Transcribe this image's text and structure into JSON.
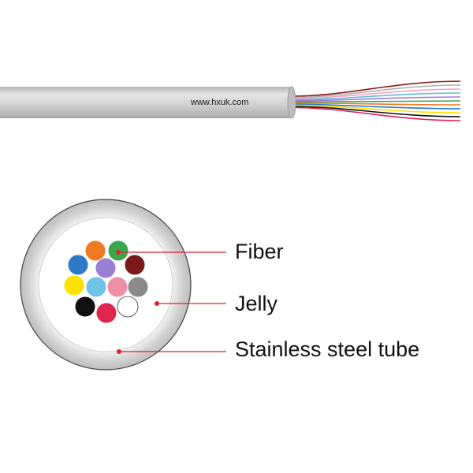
{
  "cable": {
    "website": "www.hxuk.com",
    "jacket_color": "#c9c9c9",
    "fiber_colors": [
      "#8b1a1a",
      "#b0b0b0",
      "#f4a6c0",
      "#5fb8e0",
      "#9b7fd4",
      "#3aa84a",
      "#ee7a22",
      "#2f79c9",
      "#ffe100",
      "#111111",
      "#e02060",
      "#ffffff"
    ]
  },
  "cross_section": {
    "tube_color": "#d4d4d4",
    "jelly_color": "#ffffff",
    "fibers": [
      {
        "color": "#ee7a22"
      },
      {
        "color": "#3aa84a"
      },
      {
        "color": "#2f79c9"
      },
      {
        "color": "#9b7fd4"
      },
      {
        "color": "#7a1a1a"
      },
      {
        "color": "#ffe100"
      },
      {
        "color": "#6fc3e6"
      },
      {
        "color": "#ee8fa8"
      },
      {
        "color": "#8a8a8a"
      },
      {
        "color": "#111111"
      },
      {
        "color": "#e0254f"
      },
      {
        "color": "#ffffff"
      }
    ]
  },
  "labels": {
    "fiber": "Fiber",
    "jelly": "Jelly",
    "tube": "Stainless steel tube"
  },
  "colors": {
    "leader": "#e0202a",
    "dot": "#e0202a"
  }
}
